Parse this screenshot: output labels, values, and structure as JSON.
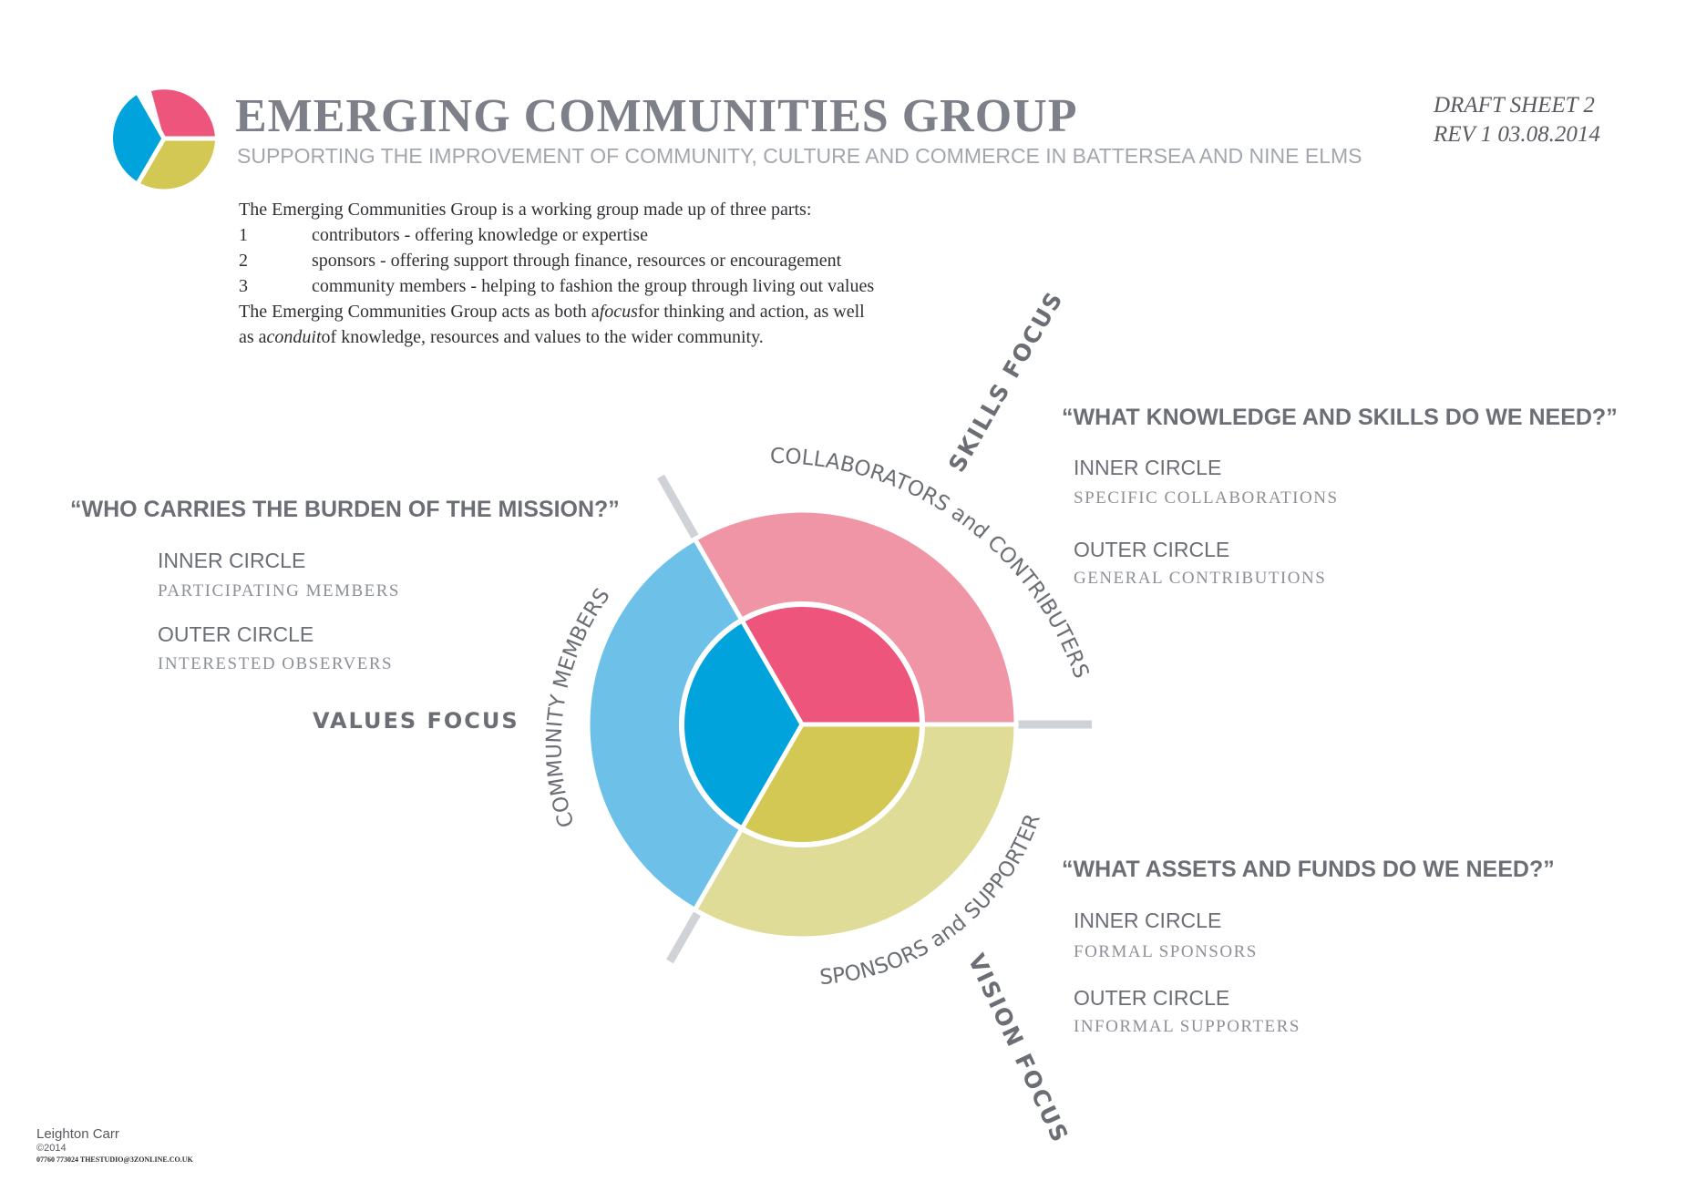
{
  "header": {
    "title": "EMERGING COMMUNITIES GROUP",
    "subtitle": "SUPPORTING THE IMPROVEMENT OF COMMUNITY, CULTURE AND COMMERCE IN BATTERSEA AND NINE ELMS",
    "draft_line1": "DRAFT SHEET 2",
    "draft_line2": "REV 1  03.08.2014"
  },
  "intro": {
    "line1": "The Emerging Communities Group is a working group made up of  three parts:",
    "items": [
      {
        "num": "1",
        "text": "contributors - offering knowledge or expertise"
      },
      {
        "num": "2",
        "text": "sponsors - offering support through finance, resources or encouragement"
      },
      {
        "num": "3",
        "text": "community members - helping to fashion the group through living out values"
      }
    ],
    "line5_a": "The Emerging Communities Group acts as both a ",
    "line5_focus": "focus",
    "line5_b": " for thinking and action, as well",
    "line6_a": "as a ",
    "line6_conduit": "conduit",
    "line6_b": " of  knowledge, resources and values to the wider community."
  },
  "left_panel": {
    "question": "“WHO CARRIES THE BURDEN OF THE MISSION?”",
    "inner_title": "INNER CIRCLE",
    "inner_sub": "PARTICIPATING MEMBERS",
    "outer_title": "OUTER CIRCLE",
    "outer_sub": "INTERESTED OBSERVERS",
    "focus": "VALUES FOCUS"
  },
  "top_right_panel": {
    "question": "“WHAT KNOWLEDGE AND SKILLS DO WE NEED?”",
    "inner_title": "INNER CIRCLE",
    "inner_sub": "SPECIFIC COLLABORATIONS",
    "outer_title": "OUTER CIRCLE",
    "outer_sub": "GENERAL CONTRIBUTIONS",
    "focus": "SKILLS FOCUS"
  },
  "bottom_right_panel": {
    "question": "“WHAT ASSETS AND FUNDS DO WE NEED?”",
    "inner_title": "INNER CIRCLE",
    "inner_sub": "FORMAL SPONSORS",
    "outer_title": "OUTER CIRCLE",
    "outer_sub": "INFORMAL SUPPORTERS",
    "focus": "VISION FOCUS"
  },
  "diagram": {
    "arc_collaborators": "COLLABORATORS and CONTRIBUTERS",
    "arc_community": "COMMUNITY MEMBERS",
    "arc_sponsors": "SPONSORS and SUPPORTERS"
  },
  "footer": {
    "name": "Leighton Carr",
    "year": "©2014",
    "contact": "07760 773024   THESTUDIO@3ZONLINE.CO.UK"
  },
  "colors": {
    "pink_inner": "#ee557c",
    "pink_outer": "#f095a6",
    "blue_inner": "#00a3dc",
    "blue_outer": "#6dc0e8",
    "olive_inner": "#d2c853",
    "olive_outer": "#dedc96",
    "divider": "#cfd2d7",
    "text_grey": "#6b6e74"
  }
}
